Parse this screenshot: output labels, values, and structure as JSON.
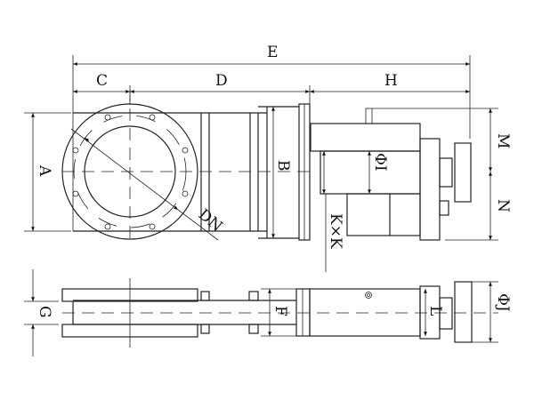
{
  "title": "Knife gate valve dimension drawing",
  "labels": {
    "E": "E",
    "C": "C",
    "D": "D",
    "H": "H",
    "A": "A",
    "B": "B",
    "M": "M",
    "N": "N",
    "PhiI": "ΦI",
    "DN": "DN",
    "KxK": "K×K",
    "G": "G",
    "F": "F",
    "L": "L",
    "PhiJ": "ΦJ"
  },
  "colors": {
    "line": "#222222",
    "background": "#ffffff"
  }
}
